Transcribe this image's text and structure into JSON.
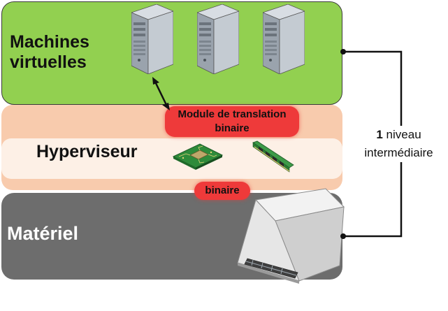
{
  "layers": {
    "vm_label_line1": "Machines",
    "vm_label_line2": "virtuelles",
    "hypervisor_label": "Hyperviseur",
    "hardware_label": "Matériel"
  },
  "pills": {
    "module_line1": "Module de translation",
    "module_line2": "binaire",
    "binaire": "binaire"
  },
  "side": {
    "count": "1",
    "word1": "niveau",
    "word2": "intermédiaire"
  },
  "icons": [
    "server-icon",
    "server-icon",
    "server-icon",
    "cpu-chip-icon",
    "ram-module-icon",
    "hardware-server-icon"
  ],
  "colors": {
    "vm_layer": "#92d050",
    "hypervisor_layer": "#f8cbad",
    "hardware_layer": "#6d6d6d",
    "translation_pill": "#ee3a3a"
  }
}
